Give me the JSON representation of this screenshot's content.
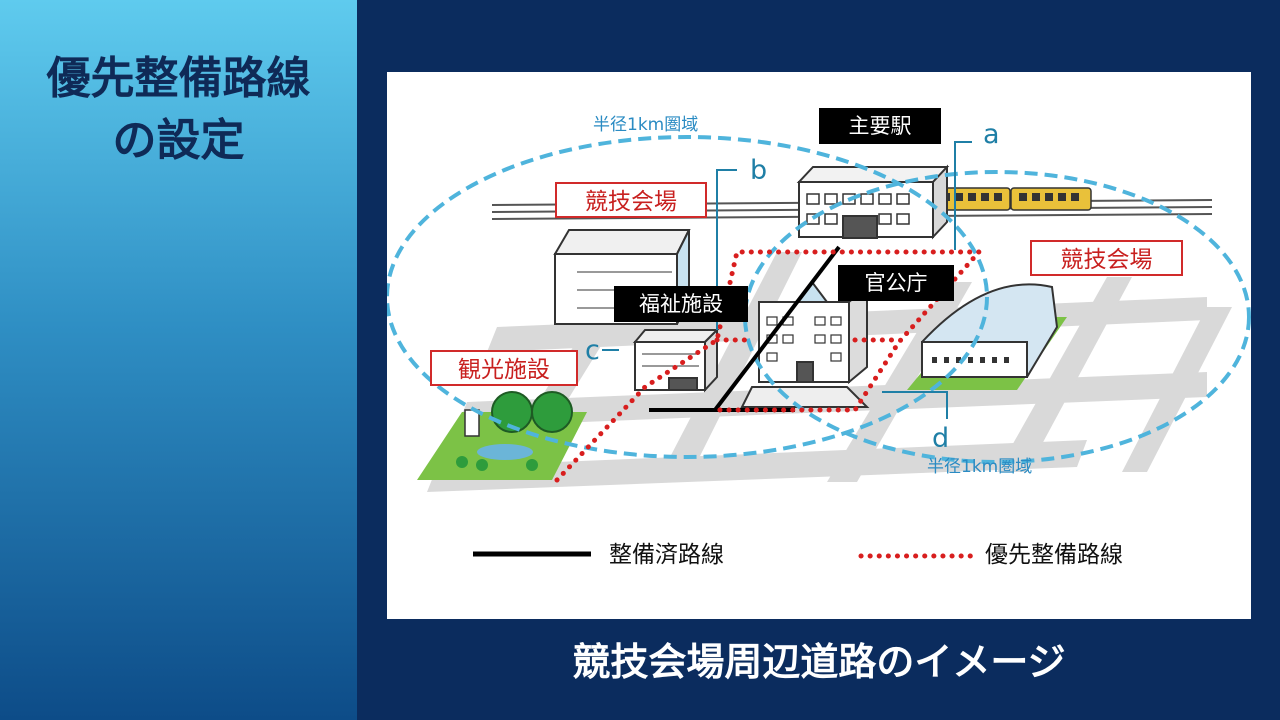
{
  "slide": {
    "title_line1": "優先整備路線",
    "title_line2": "の設定",
    "caption": "競技会場周辺道路のイメージ"
  },
  "diagram": {
    "radius_label": "半径1km圏域",
    "labels": {
      "venue": "競技会場",
      "tourism": "観光施設",
      "station": "主要駅",
      "government": "官公庁",
      "welfare": "福祉施設"
    },
    "markers": {
      "a": "a",
      "b": "b",
      "c": "c",
      "d": "d"
    },
    "legend": {
      "completed": "整備済路線",
      "priority": "優先整備路線"
    },
    "colors": {
      "priority_route": "#d81e1e",
      "completed_route": "#000000",
      "radius_circle": "#4fb4dc",
      "road": "#d9d9d9",
      "green": "#7cc246"
    }
  }
}
